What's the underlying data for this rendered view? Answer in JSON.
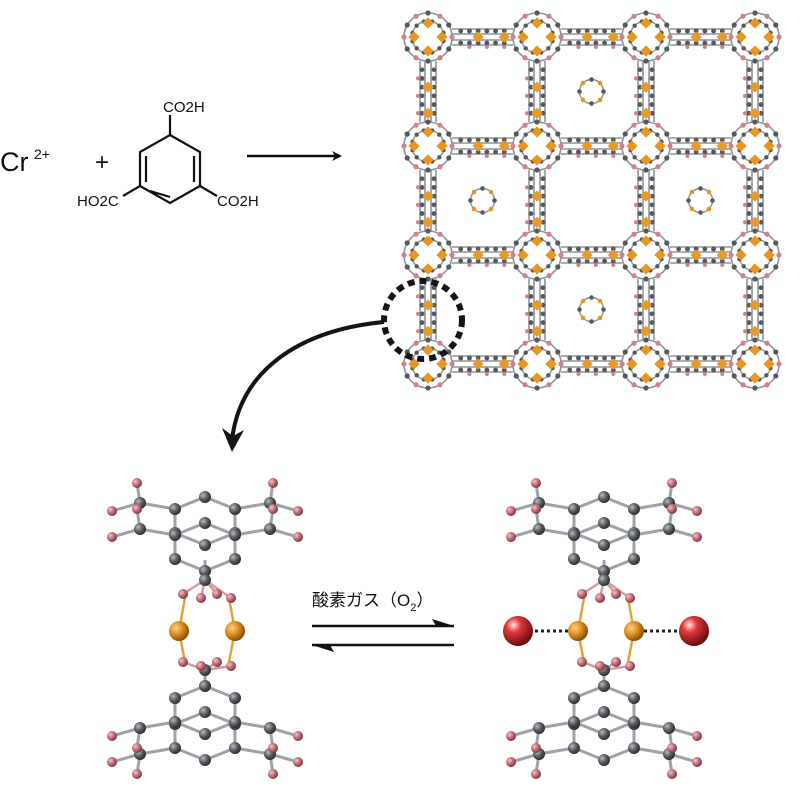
{
  "reactant": {
    "metal": "Cr",
    "metal_charge": "2+",
    "plus": "+",
    "linker_groups": [
      "CO2H",
      "HO2C",
      "CO2H"
    ]
  },
  "equilibrium": {
    "label": "酸素ガス（O2）",
    "label_main": "酸素ガス（O",
    "label_sub": "2",
    "label_close": "）"
  },
  "colors": {
    "carbon": "#56595d",
    "oxygen": "#c9727c",
    "chromium": "#d98c1f",
    "bound_oxygen": "#c21f1f",
    "bond": "#9a9ea3",
    "arrow": "#111111"
  },
  "icons": {
    "reaction_arrow": "arrow-right-icon",
    "zoom_circle": "dashed-circle-icon",
    "curved_arrow": "curved-arrow-icon",
    "equilibrium_arrows": "equilibrium-arrows-icon"
  }
}
